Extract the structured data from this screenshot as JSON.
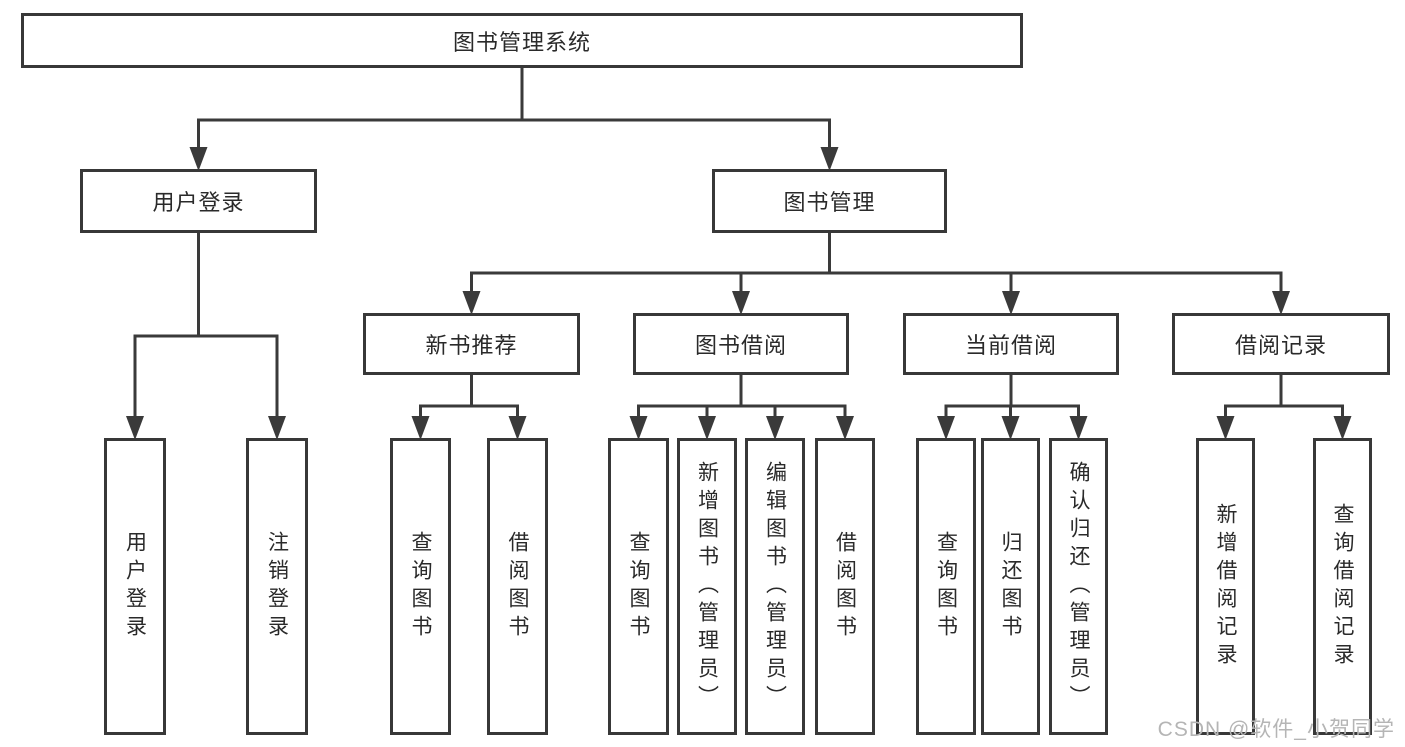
{
  "diagram": {
    "title": "图书管理系统",
    "type": "hierarchy-tree",
    "line_color": "#3a3a3a",
    "text_color": "#2a2a2a",
    "nodes": [
      {
        "id": "root",
        "label": "图书管理系统",
        "parent": null,
        "orientation": "horizontal"
      },
      {
        "id": "user-login",
        "label": "用户登录",
        "parent": "root",
        "orientation": "horizontal"
      },
      {
        "id": "book-mgmt",
        "label": "图书管理",
        "parent": "root",
        "orientation": "horizontal"
      },
      {
        "id": "new-book-rec",
        "label": "新书推荐",
        "parent": "book-mgmt",
        "orientation": "horizontal"
      },
      {
        "id": "book-borrow",
        "label": "图书借阅",
        "parent": "book-mgmt",
        "orientation": "horizontal"
      },
      {
        "id": "current-borrow",
        "label": "当前借阅",
        "parent": "book-mgmt",
        "orientation": "horizontal"
      },
      {
        "id": "borrow-records",
        "label": "借阅记录",
        "parent": "book-mgmt",
        "orientation": "horizontal"
      },
      {
        "id": "leaf-user-login",
        "label": "用户登录",
        "parent": "user-login",
        "orientation": "vertical"
      },
      {
        "id": "leaf-logout",
        "label": "注销登录",
        "parent": "user-login",
        "orientation": "vertical"
      },
      {
        "id": "leaf-nbr-query",
        "label": "查询图书",
        "parent": "new-book-rec",
        "orientation": "vertical"
      },
      {
        "id": "leaf-nbr-borrow",
        "label": "借阅图书",
        "parent": "new-book-rec",
        "orientation": "vertical"
      },
      {
        "id": "leaf-bb-query",
        "label": "查询图书",
        "parent": "book-borrow",
        "orientation": "vertical"
      },
      {
        "id": "leaf-bb-add",
        "label": "新增图书（管理员）",
        "parent": "book-borrow",
        "orientation": "vertical"
      },
      {
        "id": "leaf-bb-edit",
        "label": "编辑图书（管理员）",
        "parent": "book-borrow",
        "orientation": "vertical"
      },
      {
        "id": "leaf-bb-borrow",
        "label": "借阅图书",
        "parent": "book-borrow",
        "orientation": "vertical"
      },
      {
        "id": "leaf-cb-query",
        "label": "查询图书",
        "parent": "current-borrow",
        "orientation": "vertical"
      },
      {
        "id": "leaf-cb-return",
        "label": "归还图书",
        "parent": "current-borrow",
        "orientation": "vertical"
      },
      {
        "id": "leaf-cb-confirm",
        "label": "确认归还（管理员）",
        "parent": "current-borrow",
        "orientation": "vertical"
      },
      {
        "id": "leaf-br-add",
        "label": "新增借阅记录",
        "parent": "borrow-records",
        "orientation": "vertical"
      },
      {
        "id": "leaf-br-query",
        "label": "查询借阅记录",
        "parent": "borrow-records",
        "orientation": "vertical"
      }
    ]
  },
  "watermark": {
    "text": "CSDN @软件_小贺同学",
    "color": "#b5b5b5"
  }
}
